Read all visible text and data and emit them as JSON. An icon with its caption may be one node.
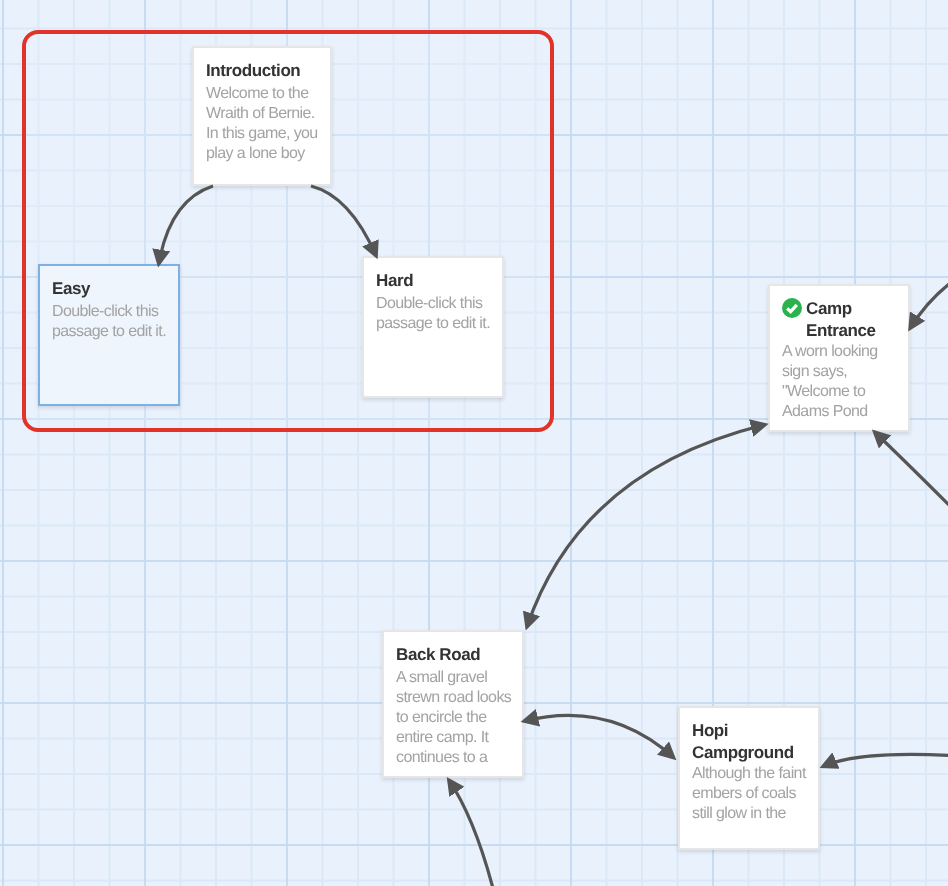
{
  "diagram": {
    "nodes": [
      {
        "text": [],
        "shape": "box"
      },
      {
        "text": [
          "Introduction",
          "Welcome to the Wraith of Bernie. In this game, you play a lone boy"
        ],
        "in": 0
      },
      {
        "text": [
          "Easy",
          "Double-click this passage to edit it."
        ],
        "in": 0
      },
      {
        "text": [
          "Hard",
          "Double-click this passage to edit it."
        ],
        "in": 0
      },
      {
        "text": [
          "Camp Entrance",
          "A worn looking sign says, \"Welcome to Adams Pond"
        ]
      },
      {
        "text": [
          "Back Road",
          "A small gravel strewn road looks to encircle the entire camp. It continues to a"
        ]
      },
      {
        "text": [
          "Hopi Campground",
          "Although the faint embers of coals still glow in the"
        ]
      }
    ],
    "edges": [
      {
        "from": 1,
        "to": 2,
        "arrow": "to"
      },
      {
        "from": 1,
        "to": 3,
        "arrow": "to"
      },
      {
        "from": null,
        "to": 4,
        "arrow": "to"
      },
      {
        "from": null,
        "to": 4,
        "arrow": "to"
      },
      {
        "from": 4,
        "to": 5,
        "arrow": "both"
      },
      {
        "from": 5,
        "to": 6,
        "arrow": "both"
      },
      {
        "from": null,
        "to": 6,
        "arrow": "to"
      },
      {
        "from": null,
        "to": 5,
        "arrow": "to"
      }
    ]
  }
}
